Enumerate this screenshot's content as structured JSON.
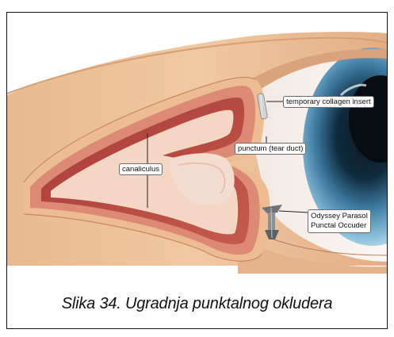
{
  "figure": {
    "labels": {
      "temporary_collagen_insert": "temporary collagen insert",
      "punctum": "punctum (tear duct)",
      "canaliculus": "canaliculus",
      "occluder_line1": "Odyssey Parasol",
      "occluder_line2": "Punctal Occuder"
    },
    "caption": "Slika 34. Ugradnja punktalnog okludera"
  }
}
